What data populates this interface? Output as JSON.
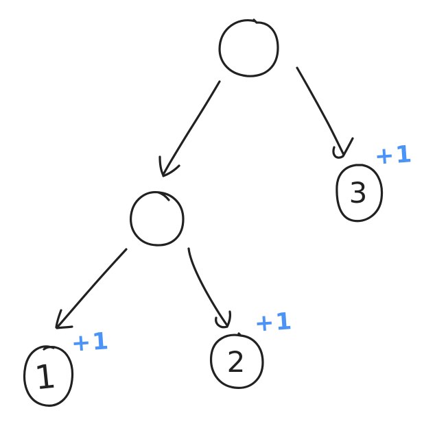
{
  "canvas": {
    "background_color": "#ffffff",
    "ink_color": "#212121",
    "annotation_color": "#4b93f7"
  },
  "diagram": {
    "type": "hand-drawn-tree-sketch",
    "description": "Hand-drawn binary-style tree: empty root with two arrows, left to an empty internal node, right to leaf 3; internal node has arrows to leaf 1 and leaf 2; each leaf is annotated with a blue +1",
    "nodes": [
      {
        "id": "root",
        "label": ""
      },
      {
        "id": "left-child",
        "label": ""
      },
      {
        "id": "leaf-1",
        "label": "1",
        "annotation": "+1"
      },
      {
        "id": "leaf-2",
        "label": "2",
        "annotation": "+1"
      },
      {
        "id": "leaf-3",
        "label": "3",
        "annotation": "+1"
      }
    ],
    "edges": [
      {
        "from": "root",
        "to": "left-child"
      },
      {
        "from": "root",
        "to": "leaf-3"
      },
      {
        "from": "left-child",
        "to": "leaf-1"
      },
      {
        "from": "left-child",
        "to": "leaf-2"
      }
    ]
  }
}
